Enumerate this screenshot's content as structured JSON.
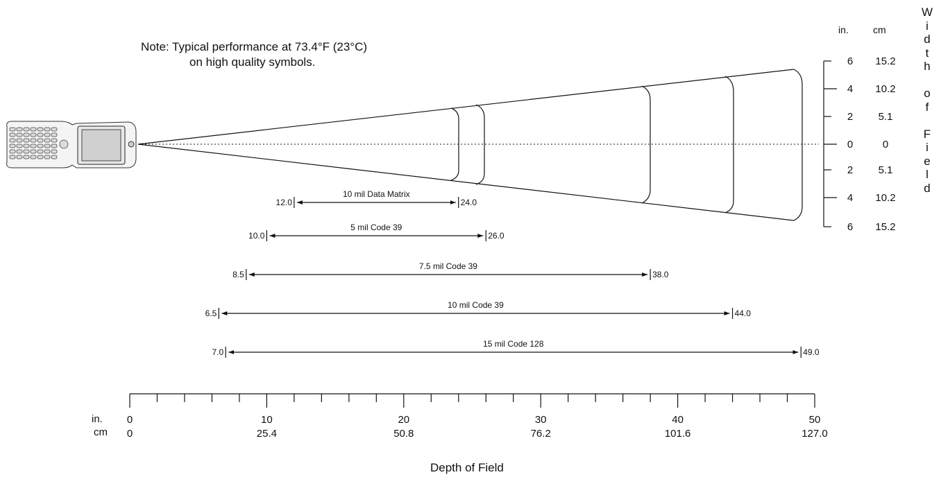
{
  "note": {
    "line1": "Note:  Typical performance at 73.4°F (23°C)",
    "line2": "on high quality symbols."
  },
  "width_axis": {
    "unit_in": "in.",
    "unit_cm": "cm",
    "title_letters": [
      "W",
      "i",
      "d",
      "t",
      "h",
      "",
      "o",
      "f",
      "",
      "F",
      "i",
      "e",
      "l",
      "d"
    ],
    "ticks": [
      {
        "in": "6",
        "cm": "15.2"
      },
      {
        "in": "4",
        "cm": "10.2"
      },
      {
        "in": "2",
        "cm": "5.1"
      },
      {
        "in": "0",
        "cm": "0"
      },
      {
        "in": "2",
        "cm": "5.1"
      },
      {
        "in": "4",
        "cm": "10.2"
      },
      {
        "in": "6",
        "cm": "15.2"
      }
    ]
  },
  "depth_axis": {
    "title": "Depth of Field",
    "unit_in": "in.",
    "unit_cm": "cm",
    "labels": [
      {
        "in": "0",
        "cm": "0"
      },
      {
        "in": "10",
        "cm": "25.4"
      },
      {
        "in": "20",
        "cm": "50.8"
      },
      {
        "in": "30",
        "cm": "76.2"
      },
      {
        "in": "40",
        "cm": "101.6"
      },
      {
        "in": "50",
        "cm": "127.0"
      }
    ]
  },
  "ranges": [
    {
      "name": "10 mil Data Matrix",
      "near": "12.0",
      "far": "24.0"
    },
    {
      "name": "5 mil Code 39",
      "near": "10.0",
      "far": "26.0"
    },
    {
      "name": "7.5 mil Code 39",
      "near": "8.5",
      "far": "38.0"
    },
    {
      "name": "10 mil Code 39",
      "near": "6.5",
      "far": "44.0"
    },
    {
      "name": "15 mil Code 128",
      "near": "7.0",
      "far": "49.0"
    }
  ],
  "device_icon": "handheld-scanner-icon"
}
